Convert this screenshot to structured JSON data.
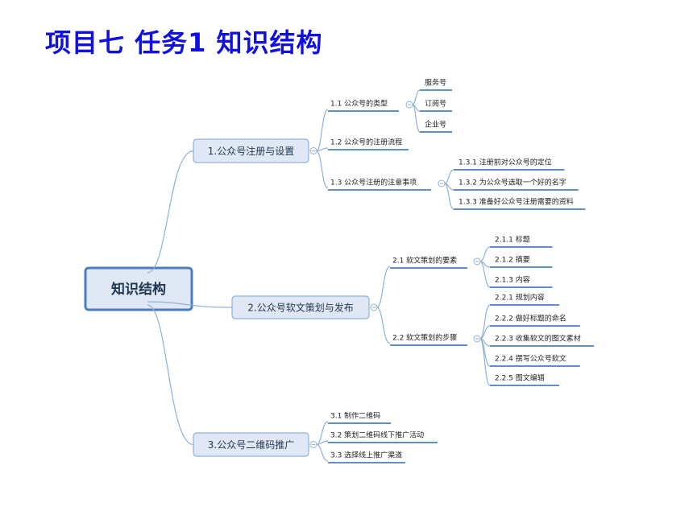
{
  "title": "项目七  任务1  知识结构",
  "mindmap": {
    "root": "知识结构",
    "branches": [
      {
        "label": "1.公众号注册与设置",
        "children": [
          {
            "label": "1.1 公众号的类型",
            "children": [
              "服务号",
              "订阅号",
              "企业号"
            ]
          },
          {
            "label": "1.2 公众号的注册流程",
            "children": []
          },
          {
            "label": "1.3 公众号注册的注意事项",
            "children": [
              "1.3.1 注册前对公众号的定位",
              "1.3.2 为公众号选取一个好的名字",
              "1.3.3 准备好公众号注册需要的资料"
            ]
          }
        ]
      },
      {
        "label": "2.公众号软文策划与发布",
        "children": [
          {
            "label": "2.1 软文策划的要素",
            "children": [
              "2.1.1  标题",
              "2.1.2  摘要",
              "2.1.3  内容"
            ]
          },
          {
            "label": "2.2 软文策划的步骤",
            "children": [
              "2.2.1 规划内容",
              "2.2.2 做好标题的命名",
              "2.2.3 收集软文的图文素材",
              "2.2.4 撰写公众号软文",
              "2.2.5 图文编辑"
            ]
          }
        ]
      },
      {
        "label": "3.公众号二维码推广",
        "children": [
          {
            "label": "3.1 制作二维码",
            "children": []
          },
          {
            "label": "3.2 策划二维码线下推广活动",
            "children": []
          },
          {
            "label": "3.3 选择线上推广渠道",
            "children": []
          }
        ]
      }
    ]
  }
}
